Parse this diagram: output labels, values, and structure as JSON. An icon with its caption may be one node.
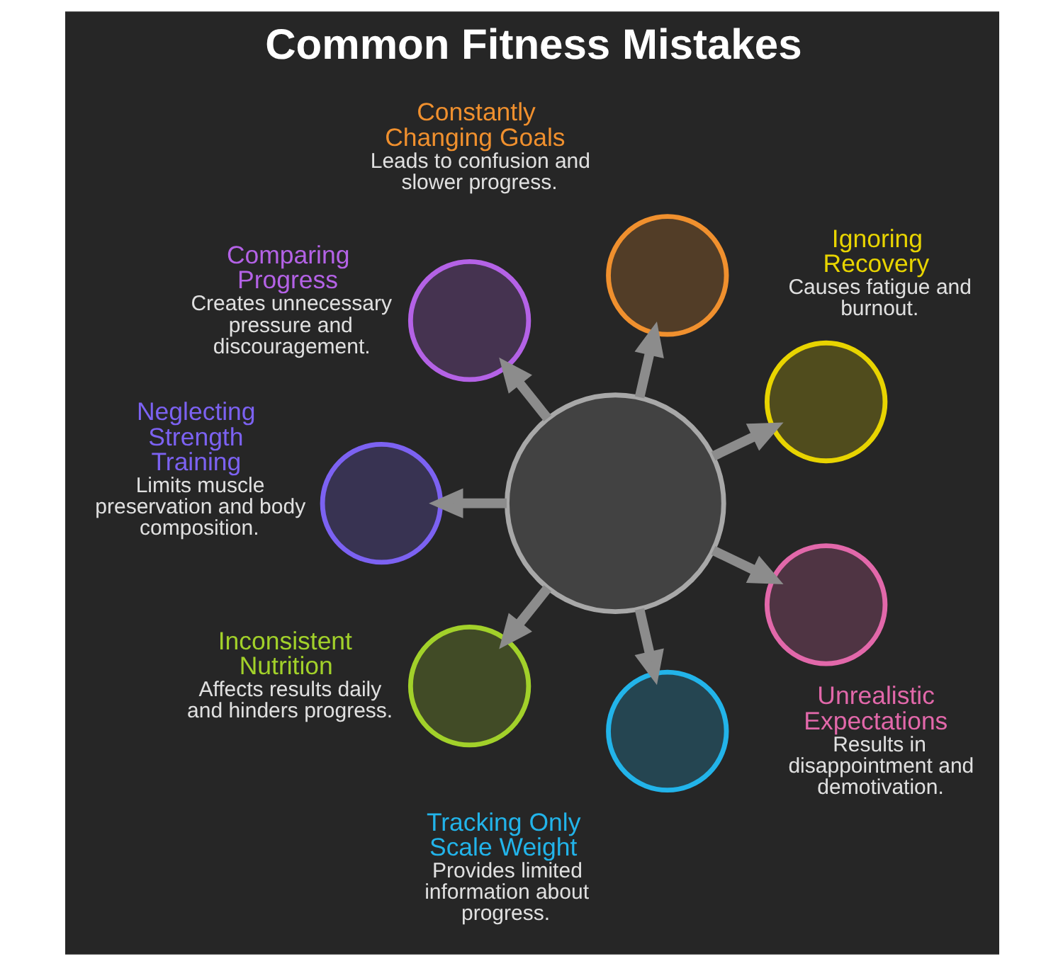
{
  "diagram": {
    "title": "Common Fitness Mistakes",
    "nodes": [
      {
        "text": [],
        "shape": "circle"
      },
      {
        "text": [
          "Constantly Changing Goals",
          "Leads to confusion and slower progress."
        ]
      },
      {
        "text": [
          "Ignoring Recovery",
          "Causes fatigue and burnout."
        ]
      },
      {
        "text": [
          "Unrealistic Expectations",
          "Results in disappointment and demotivation."
        ]
      },
      {
        "text": [
          "Tracking Only Scale Weight",
          "Provides limited information about progress."
        ]
      },
      {
        "text": [
          "Inconsistent Nutrition",
          "Affects results daily and hinders progress."
        ]
      },
      {
        "text": [
          "Neglecting Strength Training",
          "Limits muscle preservation and body composition."
        ]
      },
      {
        "text": [
          "Comparing Progress",
          "Creates unnecessary pressure and discouragement."
        ]
      }
    ],
    "edges": [
      {
        "from": 0,
        "to": 1,
        "arrow": "to"
      },
      {
        "from": 0,
        "to": 2,
        "arrow": "to"
      },
      {
        "from": 0,
        "to": 3,
        "arrow": "to"
      },
      {
        "from": 0,
        "to": 4,
        "arrow": "to"
      },
      {
        "from": 0,
        "to": 5,
        "arrow": "to"
      },
      {
        "from": 0,
        "to": 6,
        "arrow": "to"
      },
      {
        "from": 0,
        "to": 7,
        "arrow": "to"
      }
    ]
  }
}
